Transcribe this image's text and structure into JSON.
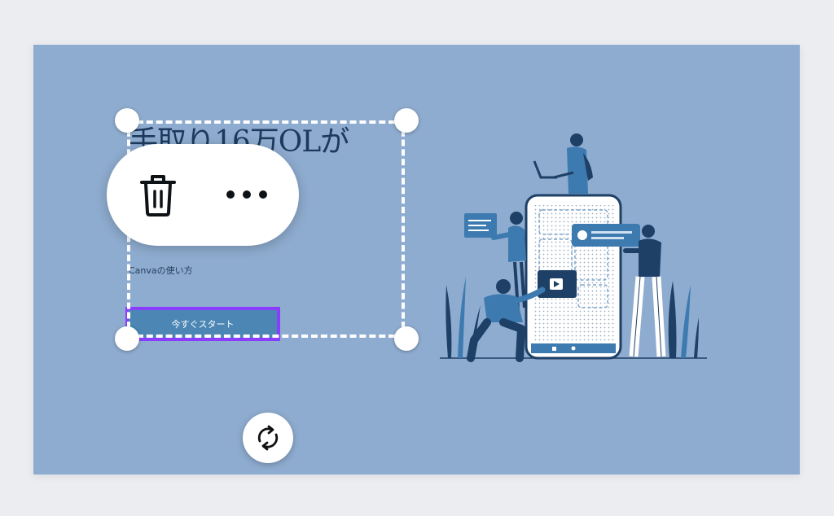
{
  "design": {
    "headline": "手取り16万OLが\nはじめて",
    "subtext": "Canvaの使い方",
    "cta_label": "今すぐスタート"
  },
  "toolbar": {
    "delete_icon": "trash-icon",
    "more_icon": "more-horizontal-icon"
  },
  "rotate_icon": "rotate-icon",
  "colors": {
    "canvas_bg": "#8eaccf",
    "headline": "#1d3a5c",
    "button": "#4b86b4",
    "selection_accent": "#8b3dff",
    "illustration_dark": "#1e3f66",
    "illustration_mid": "#3d7ab0"
  }
}
